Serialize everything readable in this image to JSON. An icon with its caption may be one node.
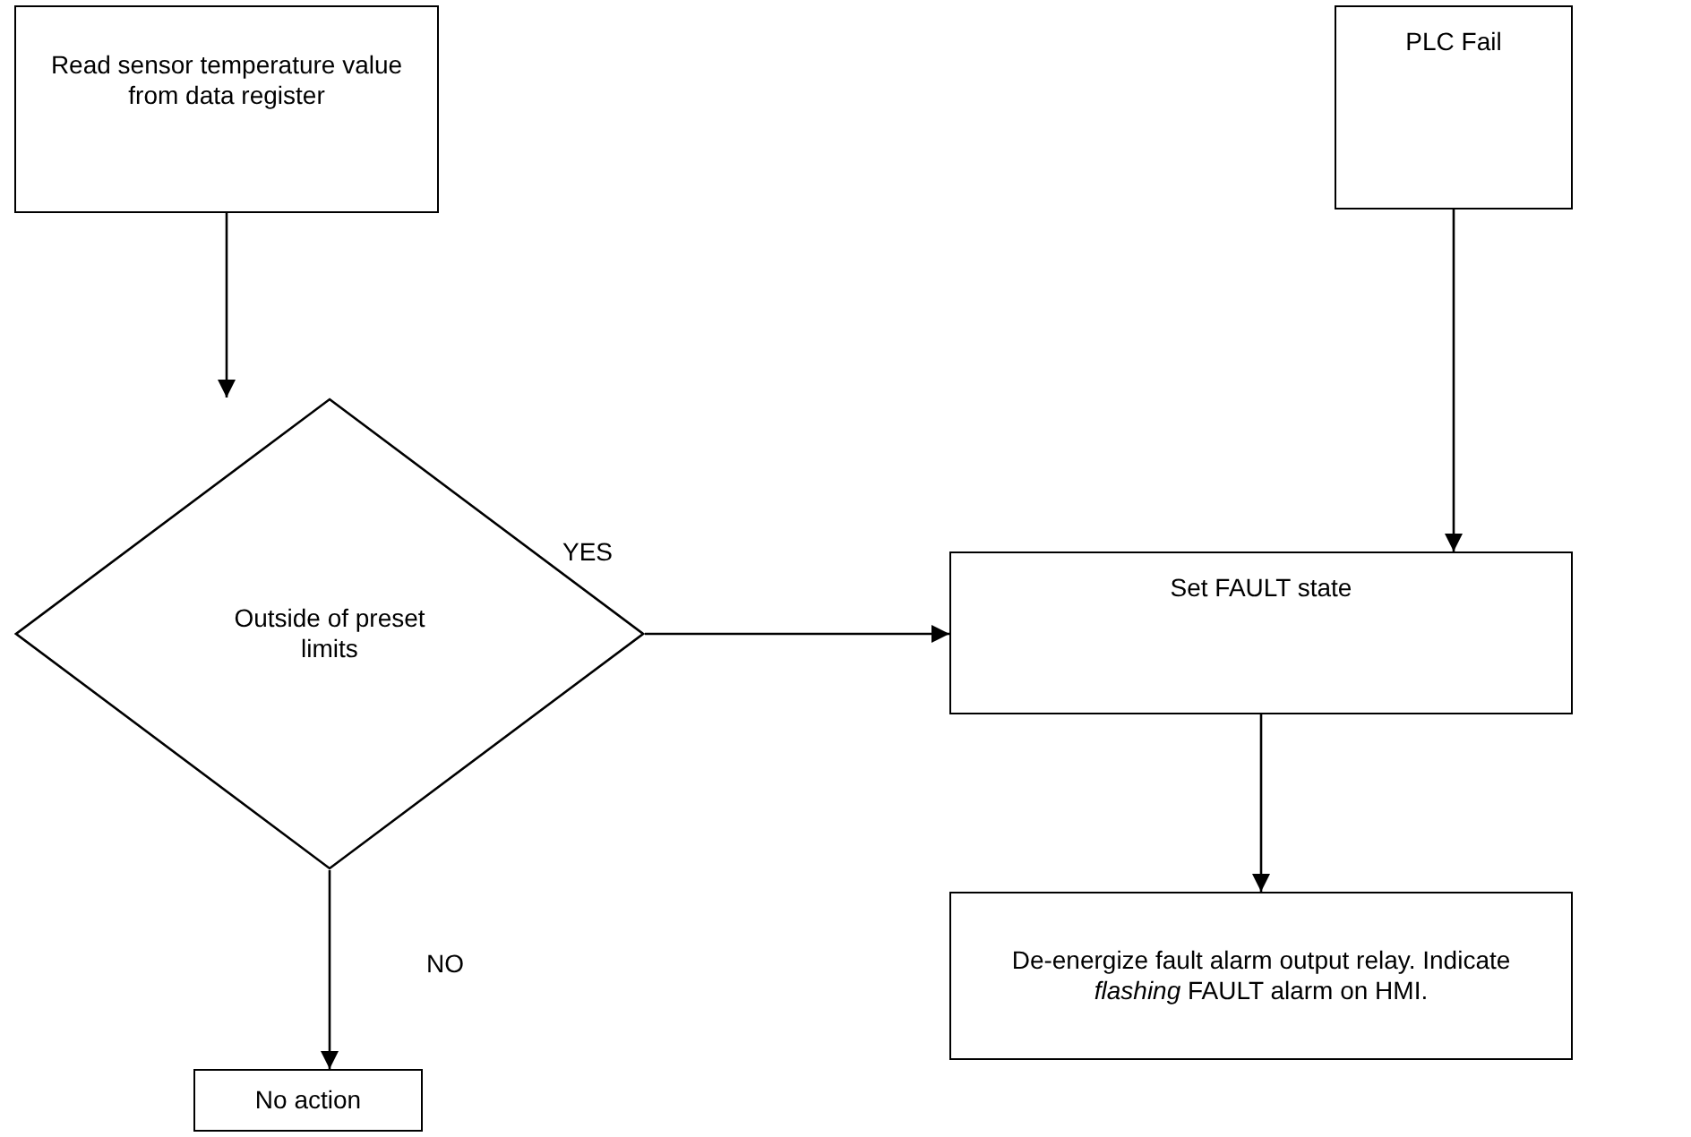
{
  "diagram": {
    "nodes": [
      {
        "text": [
          "Read sensor temperature value from data register"
        ]
      },
      {
        "text": [
          "PLC Fail"
        ]
      },
      {
        "text": [
          "Outside of preset limits"
        ]
      },
      {
        "text": [
          "Set FAULT state"
        ]
      },
      {
        "text": [
          "De-energize fault alarm output relay. Indicate *flashing* FAULT alarm on HMI."
        ]
      },
      {
        "text": [
          "No action"
        ]
      }
    ],
    "edges": [
      {
        "from": 0,
        "to": 2,
        "arrow": "to"
      },
      {
        "from": 2,
        "to": 3,
        "arrow": "to",
        "label": "YES"
      },
      {
        "from": 1,
        "to": 3,
        "arrow": "to"
      },
      {
        "from": 3,
        "to": 4,
        "arrow": "to"
      },
      {
        "from": 2,
        "to": 5,
        "arrow": "to",
        "label": "NO"
      }
    ]
  }
}
